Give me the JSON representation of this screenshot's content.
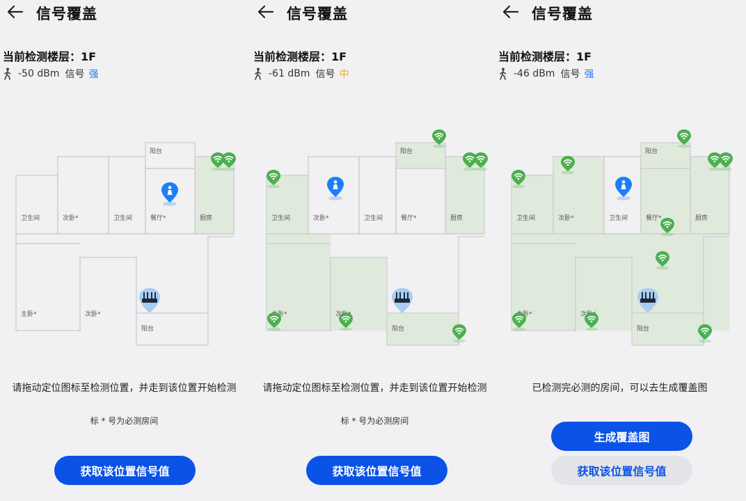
{
  "colors": {
    "accent": "#0b52e6",
    "strong": "#1e7ef7",
    "medium": "#f5a623",
    "wifi_green": "#4caf50",
    "covered_room": "#dfeadc"
  },
  "icons": {
    "back": "back-arrow-icon",
    "walk": "walking-person-icon",
    "locate": "location-pin-icon",
    "router": "router-icon",
    "wifi": "wifi-marker-icon"
  },
  "panels": [
    {
      "title": "信号覆盖",
      "floor": "当前检测楼层：1F",
      "dbm": "-50 dBm",
      "signal_label": "信号",
      "signal_level": "强",
      "instruction": "请拖动定位图标至检测位置，并走到该位置开始检测",
      "note": "标 * 号为必测房间",
      "button": "获取该位置信号值"
    },
    {
      "title": "信号覆盖",
      "floor": "当前检测楼层：1F",
      "dbm": "-61 dBm",
      "signal_label": "信号",
      "signal_level": "中",
      "instruction": "请拖动定位图标至检测位置，并走到该位置开始检测",
      "note": "标 * 号为必测房间",
      "button": "获取该位置信号值"
    },
    {
      "title": "信号覆盖",
      "floor": "当前检测楼层：1F",
      "dbm": "-46 dBm",
      "signal_label": "信号",
      "signal_level": "强",
      "instruction": "已检测完必测的房间，可以去生成覆盖图",
      "primary_button": "生成覆盖图",
      "secondary_button": "获取该位置信号值"
    }
  ],
  "rooms": {
    "bathroom1": "卫生间",
    "second_bedroom1": "次卧*",
    "bathroom2": "卫生间",
    "dining": "餐厅*",
    "kitchen": "厨房",
    "balcony_top": "阳台",
    "master": "主卧*",
    "second_bedroom2": "次卧*",
    "balcony_bottom": "阳台"
  }
}
